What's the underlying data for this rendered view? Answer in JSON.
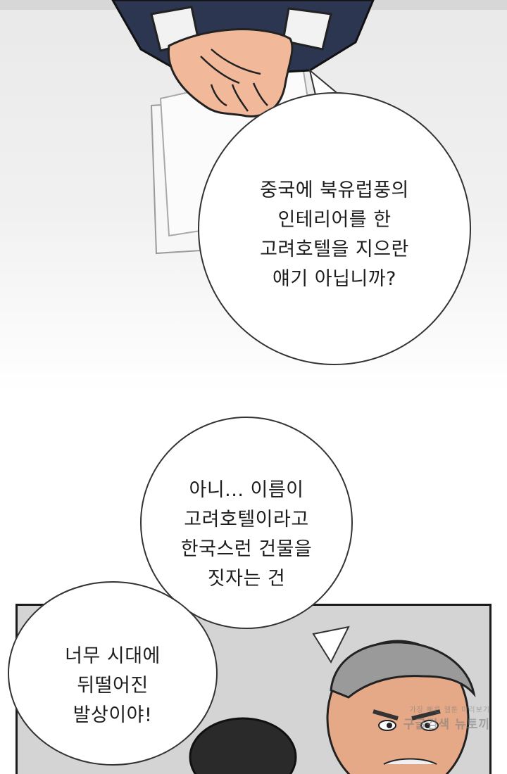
{
  "bubbles": {
    "top_right": {
      "lines": [
        "중국에 북유럽풍의",
        "인테리어를 한",
        "고려호텔을 지으란",
        "얘기 아닙니까?"
      ]
    },
    "middle": {
      "lines": [
        "아니... 이름이",
        "고려호텔이라고",
        "한국스런 건물을",
        "짓자는 건"
      ]
    },
    "bottom_left": {
      "lines": [
        "너무 시대에",
        "뒤떨어진",
        "발상이야!"
      ]
    }
  },
  "watermark": {
    "small": "가장 빠른 웹툰 미리보기",
    "big": "구글검색 뉴토끼"
  }
}
